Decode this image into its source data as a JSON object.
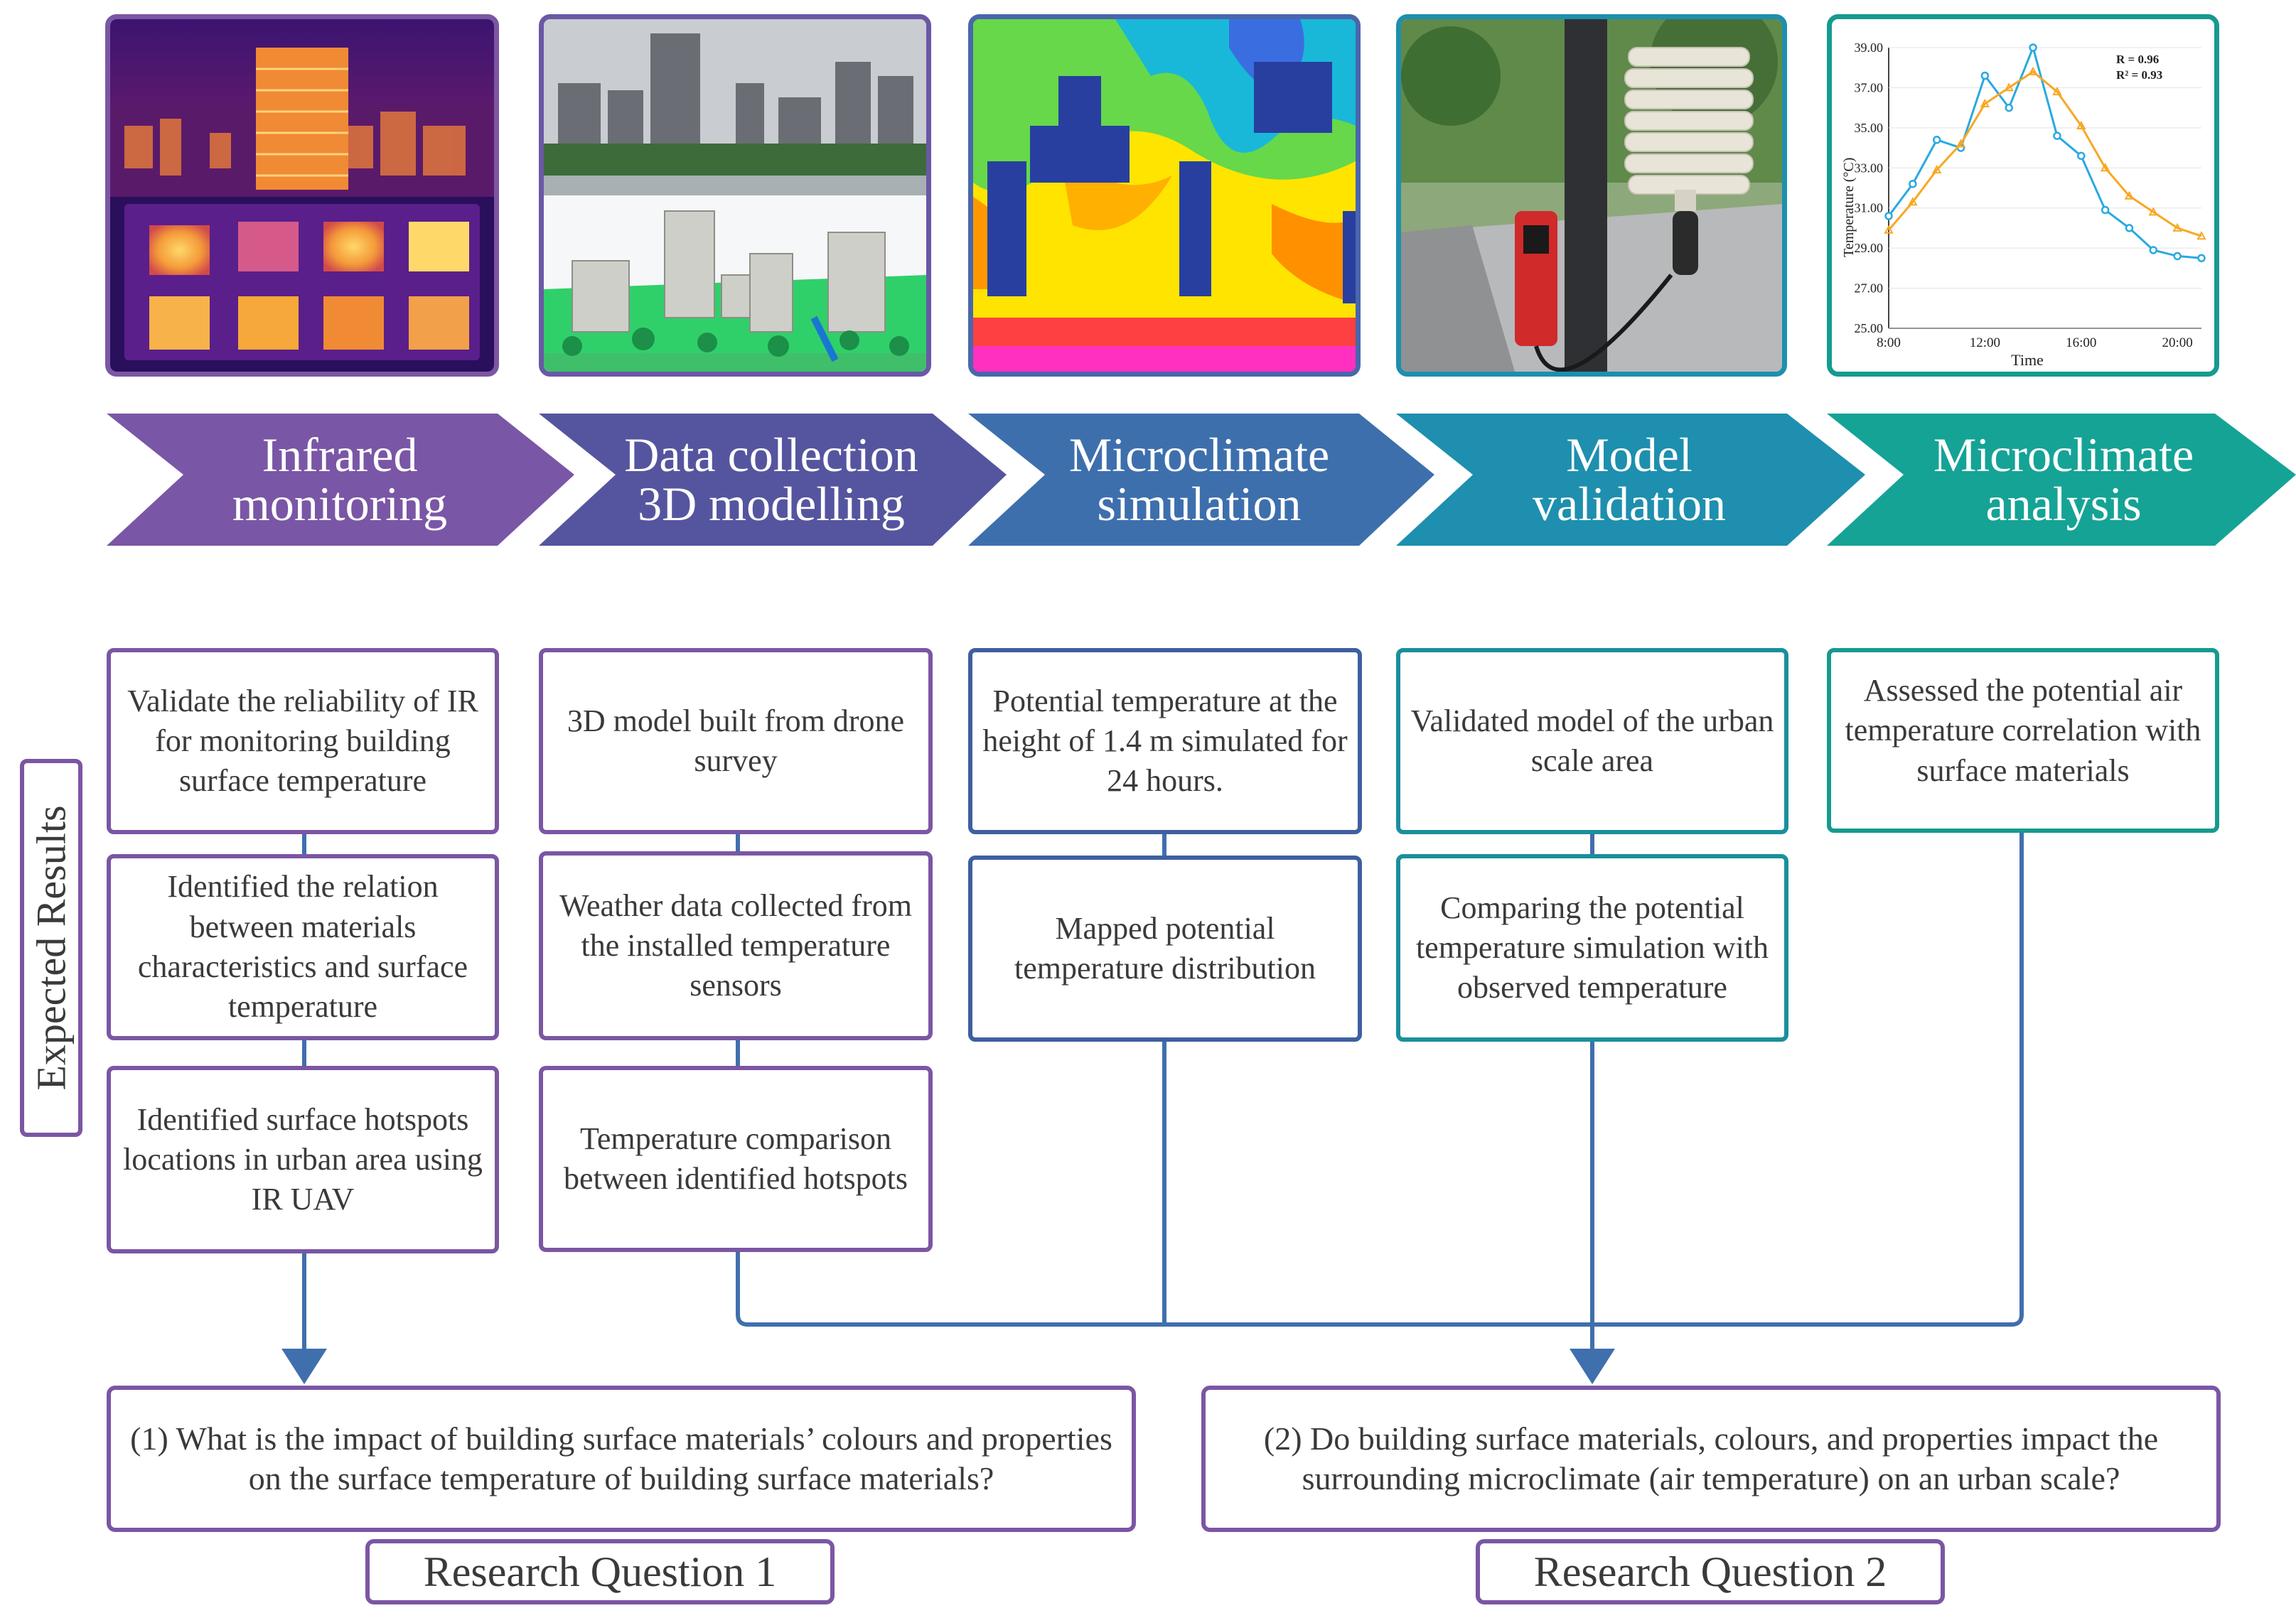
{
  "stages": [
    {
      "label": "Infrared monitoring",
      "line1": "Infrared",
      "line2": "monitoring"
    },
    {
      "label": "Data collection 3D modelling",
      "line1": "Data collection",
      "line2": "3D modelling"
    },
    {
      "label": "Microclimate simulation",
      "line1": "Microclimate",
      "line2": "simulation"
    },
    {
      "label": "Model validation",
      "line1": "Model",
      "line2": "validation"
    },
    {
      "label": "Microclimate analysis",
      "line1": "Microclimate",
      "line2": "analysis"
    }
  ],
  "colors": {
    "stage1": "#7a56a6",
    "stage2": "#55559f",
    "stage3": "#3e6fad",
    "stage4": "#1e8fae",
    "stage5": "#15a396",
    "purple_border": "#7b56a4",
    "blue_line": "#3f6fad",
    "series_blue": "#29a9e0",
    "series_orange": "#f7a823"
  },
  "left_label": "Expected Results",
  "results": {
    "col1": [
      "Validate the reliability of IR for monitoring building surface temperature",
      "Identified the relation between materials characteristics and surface temperature",
      "Identified surface hotspots locations in urban area using IR UAV"
    ],
    "col2": [
      "3D model built from drone survey",
      "Weather data collected from the installed temperature sensors",
      "Temperature comparison between identified hotspots"
    ],
    "col3": [
      "Potential temperature at the height of 1.4 m simulated for 24 hours.",
      "Mapped potential temperature distribution"
    ],
    "col4": [
      "Validated model of the urban scale area",
      "Comparing the potential temperature simulation with observed temperature"
    ],
    "col5": [
      "Assessed the potential air temperature correlation with surface materials"
    ]
  },
  "questions": {
    "q1": "(1) What is the impact of building surface materials’ colours and properties on the surface temperature of building surface materials?",
    "q2": "(2) Do building surface materials, colours, and properties impact the surrounding microclimate (air temperature) on an urban scale?",
    "rq1_label": "Research Question 1",
    "rq2_label": "Research Question 2"
  },
  "chart_data": {
    "type": "line",
    "title": "",
    "xlabel": "Time",
    "ylabel": "Temperature (°C)",
    "xlim": [
      8,
      21
    ],
    "ylim": [
      25,
      39
    ],
    "x_ticks": [
      "8:00",
      "12:00",
      "16:00",
      "20:00"
    ],
    "y_ticks": [
      "25.00",
      "27.00",
      "29.00",
      "31.00",
      "33.00",
      "35.00",
      "37.00",
      "39.00"
    ],
    "annotation_r": "R   = 0.96",
    "annotation_r2": "R² = 0.93",
    "series": [
      {
        "color": "#29a9e0",
        "x": [
          8,
          9,
          10,
          11,
          12,
          13,
          14,
          15,
          16,
          17,
          18,
          19,
          20,
          21
        ],
        "y": [
          30.6,
          32.2,
          34.4,
          34.0,
          37.6,
          36.0,
          39.0,
          34.6,
          33.6,
          30.9,
          30.0,
          28.9,
          28.6,
          28.5
        ]
      },
      {
        "color": "#f7a823",
        "x": [
          8,
          9,
          10,
          11,
          12,
          13,
          14,
          15,
          16,
          17,
          18,
          19,
          20,
          21
        ],
        "y": [
          29.9,
          31.3,
          32.9,
          34.2,
          36.2,
          37.0,
          37.8,
          36.8,
          35.1,
          33.0,
          31.6,
          30.8,
          30.0,
          29.6
        ]
      }
    ]
  }
}
